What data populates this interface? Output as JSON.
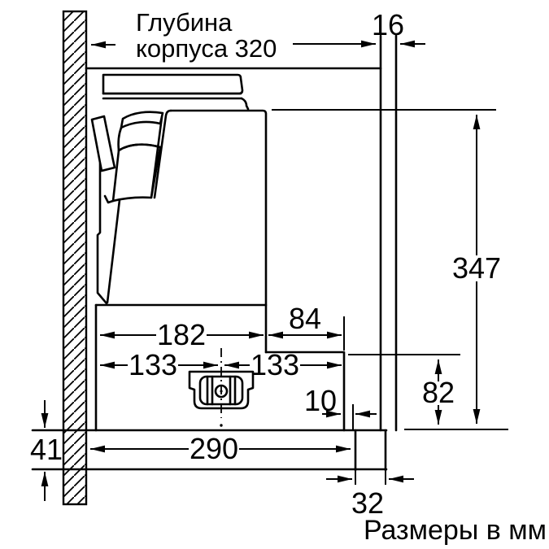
{
  "page": {
    "background": "#ffffff",
    "line_color": "#000000",
    "drawing_type": "telescopic cooker hood side-view installation drawing"
  },
  "labels": {
    "depth_caption_line1": "Глубина",
    "depth_caption_line2": "корпуса 320",
    "panel_thickness": "16",
    "height_total": "347",
    "hood_depth": "182",
    "front_step": "84",
    "center_offset_left": "133",
    "center_offset_right": "133",
    "gap_front": "10",
    "lower_section_height": "82",
    "bottom_clearance": "41",
    "lower_depth": "290",
    "spigot_depth": "32",
    "units_caption": "Размеры в мм"
  }
}
